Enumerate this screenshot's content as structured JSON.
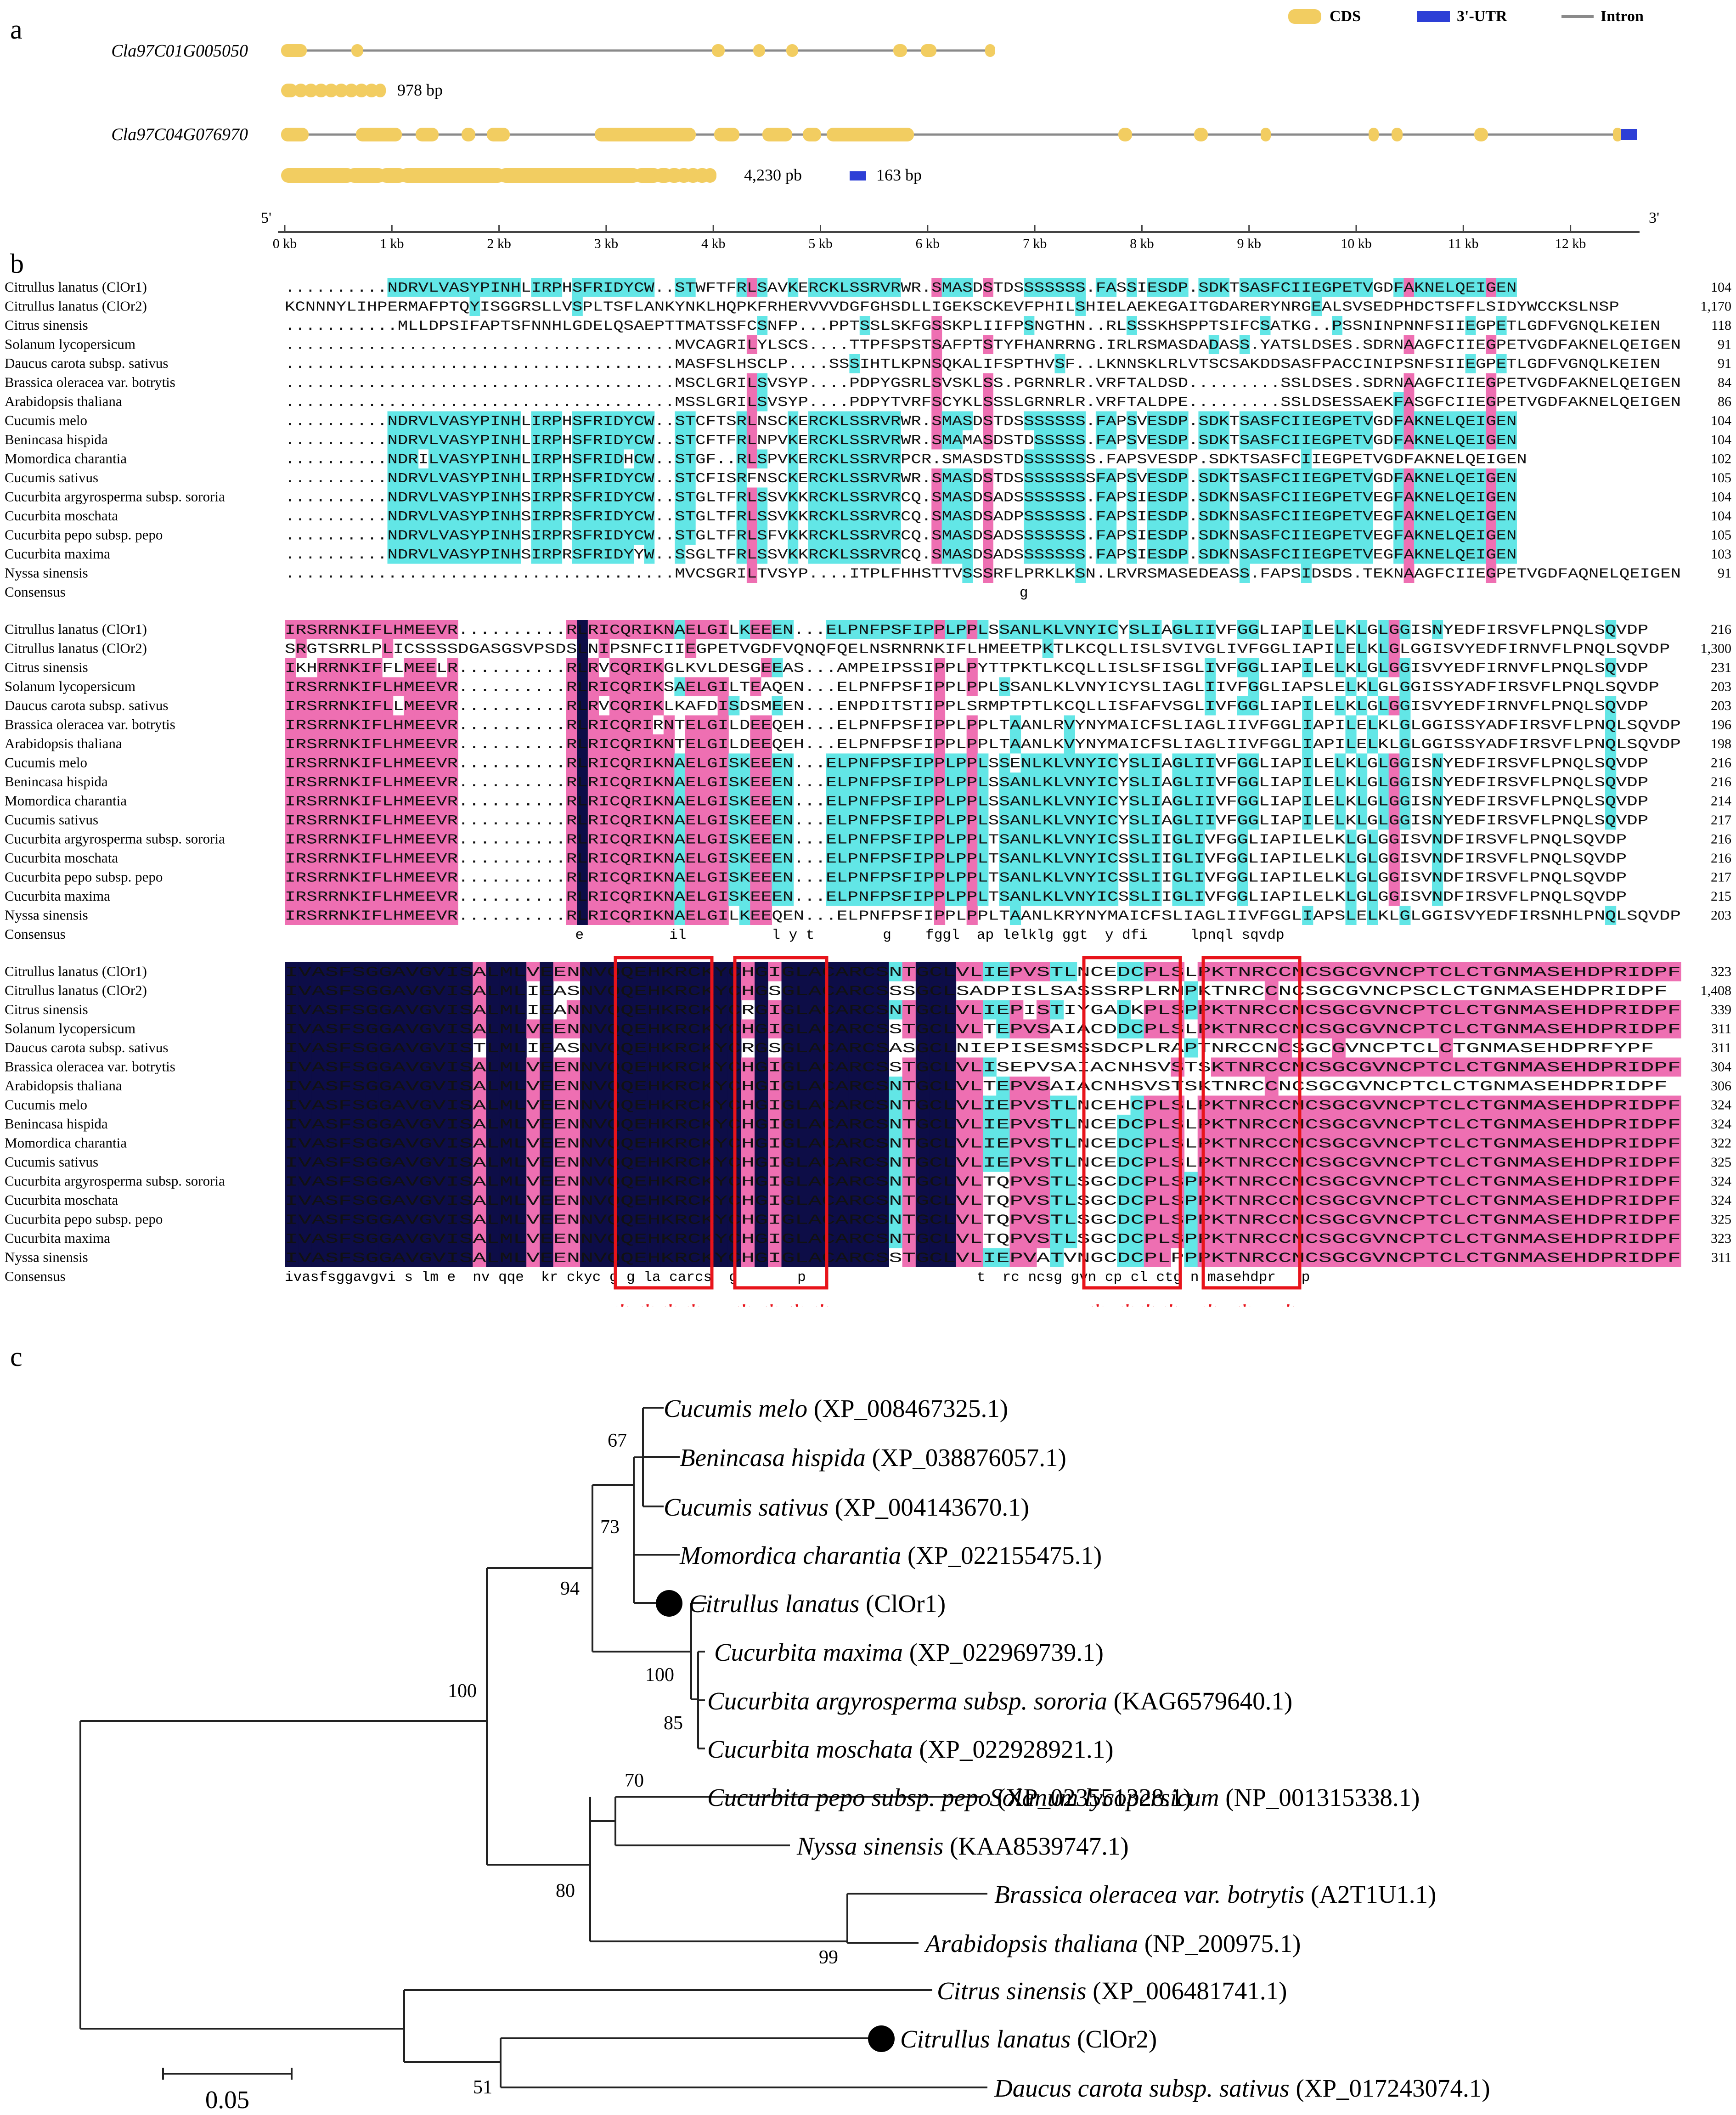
{
  "panels": {
    "a": "a",
    "b": "b",
    "c": "c"
  },
  "legend": [
    {
      "label": "CDS",
      "color": "#f2cd61"
    },
    {
      "label": "3'-UTR",
      "color": "#2d3fd6"
    },
    {
      "label": "Intron",
      "color": "#8a8a8a"
    }
  ],
  "genes": [
    {
      "name": "Cla97C01G005050",
      "cds_label": "978 bp"
    },
    {
      "name": "Cla97C04G076970",
      "cds_label": "4,230 pb",
      "utr_label": "163 bp"
    }
  ],
  "ruler": {
    "left_end": "5'",
    "right_end": "3'",
    "ticks": [
      "0 kb",
      "1 kb",
      "2 kb",
      "3 kb",
      "4 kb",
      "5 kb",
      "6 kb",
      "7 kb",
      "8 kb",
      "9 kb",
      "10 kb",
      "11 kb",
      "12 kb"
    ]
  },
  "alignment": {
    "colors": {
      "identical": "#0d0d47",
      "high": "#ee6fb2",
      "medium": "#62e6e6",
      "box": "#e8141b",
      "star": "#e8141b"
    },
    "species": [
      "Citrullus lanatus  (ClOr1)",
      "Citrullus lanatus  (ClOr2)",
      "Citrus sinensis",
      "Solanum lycopersicum",
      "Daucus carota subsp. sativus",
      "Brassica oleracea var. botrytis",
      "Arabidopsis thaliana",
      "Cucumis melo",
      "Benincasa hispida",
      "Momordica charantia",
      "Cucumis sativus",
      "Cucurbita argyrosperma subsp. sororia",
      "Cucurbita moschata",
      "Cucurbita pepo subsp. pepo",
      "Cucurbita maxima",
      "Nyssa sinensis"
    ],
    "consensus_label": "Consensus",
    "blocks": [
      {
        "numbers": [
          "104",
          "1,170",
          "118",
          "91",
          "91",
          "84",
          "86",
          "104",
          "104",
          "102",
          "105",
          "104",
          "104",
          "105",
          "103",
          "91"
        ],
        "consensus": "                                                                                      g             ",
        "rows": [
          "..........NDRVLVASYPINHLIRPHSFRIDYCW..STWFTFRLSAVKERCKLSSRVRWR.SMASDSTDSSSSSSS.FASSIESDP.SDKTSASFCIIEGPETVGDFAKNELQEIGEN",
          "KCNNNYLIHPERMAFPTQYISGGRSLLVSPLTSFLANKYNKLHQPKFRHERVVVDGFGHSDLLIGEKSCKEVFPHILSHIELAEKEGAITGDARERYNRGEALSVSEDPHDCTSFFLSIDYWCCKSLNSP",
          "...........MLLDPSIFAPTSFNNHLGDELQSAEPTTMATSSFCSNFP...PPTSSLSKFGSSKPLIIFPSNGTHN..RLSSSKHSPPTSIFCSATKG..PSSNINPNNFSIIEGPETLGDFVGNQLKEIEN",
          "......................................MVCAGRILYLSCS....TTPFSPSTSAFPTSTYFHANRRNG.IRLRSMASDADASS.YATSLDSES.SDRNAAGFCIIEGPETVGDFAKNELQEIGEN",
          "......................................MASFSLHSCLP....SSSIHTLKPNSQKALIFSPTHVSF..LKNNSKLRLVTSCSAKDDSASFPACCINIPSNFSIIEGPETLGDFVGNQLKEIEN",
          "......................................MSCLGRILSVSYP....PDPYGSRLSVSKLSS.PGRNRLR.VRFTALDSD.........SSLDSES.SDRNAAGFCIIEGPETVGDFAKNELQEIGEN",
          "......................................MSSLGRILSVSYP....PDPYTVRFSCYKLSSSLGRNRLR.VRFTALDPE.........SSLDSESSAEKFASGFCIIEGPETVGDFAKNELQEIGEN",
          "..........NDRVLVASYPINHLIRPHSFRIDYCW..STCFTSRLNSCKERCKLSSRVRWR.SMASDSTDSSSSSSS.FAPSVESDP.SDKTSASFCIIEGPETVGDFAKNELQEIGEN",
          "..........NDRVLVASYPINHLIRPHSFRIDYCW..STCFTFRLNPVKERCKLSSRVRWR.SMAMASDSTDSSSSS.FAPSVESDP.SDKTSASFCIIEGPETVGDFAKNELQEIGEN",
          "..........NDRILVASYPINHLIRPHSFRIDHCW..STGF..RLSPVKERCKLSSRVRPCR.SMASDSTDSSSSSSS.FAPSVESDP.SDKTSASFCIIEGPETVGDFAKNELQEIGEN",
          "..........NDRVLVASYPINHLIRPHSFRIDYCW..STCFISRFNSCKERCKLSSRVRWR.SMASDSTDSSSSSSSSFAPSVESDP.SDKTSASFCIIEGPETVGDFAKNELQEIGEN",
          "..........NDRVLVASYPINHSIRPRSFRIDYCW..STGLTFRLSSVKKRCKLSSRVRCQ.SMASDSADSSSSSSS.FAPSIESDP.SDKNSASFCIIEGPETVEGFAKNELQEIGEN",
          "..........NDRVLVASYPINHSIRPRSFRIDYCW..STGLTFRLSSVKKRCKLSSRVRCQ.SMASDSADPSSSSSS.FAPSIESDP.SDKNSASFCIIEGPETVEGFAKNELQEIGEN",
          "..........NDRVLVASYPINHSIRPRSFRIDYCW..STGLTFRLSFVKKRCKLSSRVRCQ.SMASDSADSSSSSSS.FAPSIESDP.SDKNSASFCIIEGPETVEGFAKNELQEIGEN",
          "..........NDRVLVASYPINHSIRPRSFRIDYYW..SSGLTFRLSSVKKRCKLSSRVRCQ.SMASDSADSSSSSSS.FAPSIESDP.SDKNSASFCIIEGPETVEGFAKNELQEIGEN",
          "......................................MVCSGRILTVSYP....ITPLFHHSTTVSSSRFLPRKLKSN.LRVRSMASEDEASS.FAPSIDSDS.TEKNAAGFCIIEGPETVGDFAQNELQEIGEN"
        ]
      },
      {
        "numbers": [
          "216",
          "1,300",
          "231",
          "203",
          "203",
          "196",
          "198",
          "216",
          "216",
          "214",
          "217",
          "216",
          "216",
          "217",
          "215",
          "203"
        ],
        "consensus": "                                  e          il          l y t        g    fggl  ap lelklg ggt  y dfi     lpnql sqvdp",
        "rows": [
          "IRSRRNKIFLHMEEVR..........RLRICQRIKNAELGILKEEEN...ELPNFPSFIPPLPPLSSANLKLVNYICYSLIAGLIIVFGGLIAPILELKLGLGGISNYEDFIRSVFLPNQLSQVDP",
          "SRGTSRRLPLICSSSSDGASGSVPSDSLNIPSNFCIIEGPETVGDFVQNQFQELNSRNRNKIFLHMEETPKTLKCQLLISLSVIVGLIVFGGLIAPILELKLGLGGISVYEDFIRNVFLPNQLSQVDP",
          "IKHRRNKIFFLMEELR..........RLRVCQRIKGLKVLDESGEEAS...AMPEIPSSIPPLPYTTPKTLKCQLLISLSFISGLIVFGGLIAPILELKLGLGGISVYEDFIRNVFLPNQLSQVDP",
          "IRSRRNKIFLHMEEVR..........RLRICQRIKSAELGILTEAQEN...ELPNFPSFIPPLPPLSSANLKLVNYICYSLIAGLIIVFGGLIAPSLELKLGLGGISSYADFIRSVFLPNQLSQVDP",
          "IRSRRNKIFLLMEEVR..........RLRVCQRIKLKAFDISDSMEEN...ENPDITSTIPPLSRMPTPTLKCQLLISFAFVSGLIVFGGLIAPILELKLGLGGISVYEDFIRNVFLPNQLSQVDP",
          "IRSRRNKIFLHMEEVR..........RLRICQRIRNTELGILDEEQEH...ELPNFPSFIPPLPPLTAANLRVYNYMAICFSLIAGLIIVFGGLIAPILELKLGLGGISSYADFIRSVFLPNQLSQVDP",
          "IRSRRNKIFLHMEEVR..........RLRICQRIKNTELGILDEEQEH...ELPNFPSFIPPLPPLTAANLKVYNYMAICFSLIAGLIIVFGGLIAPILELKLGLGGISSYADFIRSVFLPNQLSQVDP",
          "IRSRRNKIFLHMEEVR..........RLRICQRIKNAELGISKEEEN...ELPNFPSFIPPLPPLSSENLKLVNYICYSLIAGLIIVFGGLIAPILELKLGLGGISNYEDFIRSVFLPNQLSQVDP",
          "IRSRRNKIFLHMEEVR..........RLRICQRIKNAELGISKEEEN...ELPNFPSFIPPLPPLSSANLKLVNYICYSLIAGLIIVFGGLIAPILELKLGLGGISNYEDFIRSVFLPNQLSQVDP",
          "IRSRRNKIFLHMEEVR..........RLRICQRIKNAELGISKEEEN...ELPNFPSFIPPLPPLSSANLKLVNYICYSLIAGLIIVFGGLIAPILELKLGLGGISNYEDFIRSVFLPNQLSQVDP",
          "IRSRRNKIFLHMEEVR..........RLRICQRIKNAELGISKEEEN...ELPNFPSFIPPLPPLSSANLKLVNYICYSLIAGLIIVFGGLIAPILELKLGLGGISNYEDFIRSVFLPNQLSQVDP",
          "IRSRRNKIFLHMEEVR..........RLRICQRIKNAELGISKEEEN...ELPNFPSFIPPLPPLTSANLKLVNYICSSLIIGLIVFGGLIAPILELKLGLGGISVNDFIRSVFLPNQLSQVDP",
          "IRSRRNKIFLHMEEVR..........RLRICQRIKNAELGISKEEEN...ELPNFPSFIPPLPPLTSANLKLVNYICSSLIIGLIVFGGLIAPILELKLGLGGISVNDFIRSVFLPNQLSQVDP",
          "IRSRRNKIFLHMEEVR..........RLRICQRIKNAELGISKEEEN...ELPNFPSFIPPLPPLTSANLKLVNYICSSLIIGLIVFGGLIAPILELKLGLGGISVNDFIRSVFLPNQLSQVDP",
          "IRSRRNKIFLHMEEVR..........RLRICQRIKNAELGISKEEEN...ELPNFPSFIPPLPPLTSANLKLVNYICSSLIIGLIVFGGLIAPILELKLGLGGISVNDFIRSVFLPNQLSQVDP",
          "IRSRRNKIFLHMEEVR..........RLRICQRIKNAELGILKEEQEN...ELPNFPSFIPPLPPLTAANLKRYNYMAICFSLIAGLIIVFGGLIAPSLELKLGLGGISVYEDFIRSNHLPNQLSQVDP"
        ]
      },
      {
        "numbers": [
          "323",
          "1,408",
          "339",
          "311",
          "311",
          "304",
          "306",
          "324",
          "324",
          "322",
          "325",
          "324",
          "324",
          "325",
          "323",
          "311"
        ],
        "consensus": "ivasfsggavgvi s lm e  nv qqe  kr ckyc g g la carcs  g       p                    t  rc ncsg gvn cp cl ctg n masehdpr   p",
        "rows": [
          "IVASFSGGAVGVISALMLVEENNVQQEHKRCKYCHGIGLACARCSNTGCLVLIEPVSTLNCEDCPLSLPKTNRCCNCSGCGVNCPTCLCTGNMASEHDPRIDPF",
          "IVASFSGGAVGVISALMLIEASNVQQEHKRCKYCHGSGLACARCSSSGCLSADPISLSASSSRPLRMPKTNRCCNCSGCGVNCPSCLCTGNMASEHDPRIDPF",
          "IVASFSGGAVGVISALMLIEANNVQQEHKRCKYCRGIGLACARCSNTGCLVLIEPISTIYGADKPLSPPKTNRCCNCSGCGVNCPTCLCTGNMASEHDPRIDPF",
          "IVASFSGGAVGVISALMLVEENNVQQEHKRCKYCHGIGLACARCSSTGCLVLTEPVSAIACDDCPLSLPKTNRCCNCSGCGVNCPTCLCTGNMASEHDPRIDPF",
          "IVASFSGGAVGVISTLMLIEASNVQQEHKRCKYCRGSGLACARCSASGCLNIEPISESMSSDCPLRAPTNRCCNCSGCGVNCPTCLCTGNMASEHDPRFYPF",
          "IVASFSGGAVGVISALMLVEENNVQQEHKRCKYCHGIGLACARCSSTGCLVLISEPVSAIACNHSVSTSKTNRCCNCSGCGVNCPTCLCTGNMASEHDPRIDPF",
          "IVASFSGGAVGVISALMLVEENNVQQEHKRCKYCHGIGLACARCSNTGCLVLTEPVSAIACNHSVSTSKTNRCCNCSGCGVNCPTCLCTGNMASEHDPRIDPF",
          "IVASFSGGAVGVISALMLVEENNVQQEHKRCKYCHGIGLACARCSNTGCLVLIEPVSTLNCEHCPLSLPKTNRCCNCSGCGVNCPTCLCTGNMASEHDPRIDPF",
          "IVASFSGGAVGVISALMLVEENNVQQEHKRCKYCHGIGLACARCSNTGCLVLIEPVSTLNCEDCPLSLPKTNRCCNCSGCGVNCPTCLCTGNMASEHDPRIDPF",
          "IVASFSGGAVGVISALMLVEENNVQQEHKRCKYCHGIGLACARCSNTGCLVLIEPVSTLNCEDCPLSLPKTNRCCNCSGCGVNCPTCLCTGNMASEHDPRIDPF",
          "IVASFSGGAVGVISALMLVEENNVQQEHKRCKYCHGIGLACARCSNTGCLVLIEPVSTLNCEDCPLSLPKTNRCCNCSGCGVNCPTCLCTGNMASEHDPRIDPF",
          "IVASFSGGAVGVISALMLVEENNVQQEHKRCKYCHGIGLACARCSNTGCLVLTQPVSTLSGCDCPLSPPKTNRCCNCSGCGVNCPTCLCTGNMASEHDPRIDPF",
          "IVASFSGGAVGVISALMLVEENNVQQEHKRCKYCHGIGLACARCSNTGCLVLTQPVSTLSGCDCPLSPPKTNRCCNCSGCGVNCPTCLCTGNMASEHDPRIDPF",
          "IVASFSGGAVGVISALMLVEENNVQQEHKRCKYCHGIGLACARCSNTGCLVLTQPVSTLSGCDCPLSPPKTNRCCNCSGCGVNCPTCLCTGNMASEHDPRIDPF",
          "IVASFSGGAVGVISALMLVEENNVQQEHKRCKYCHGIGLACARCSNTGCLVLTQPVSTLSGCDCPLSPPKTNRCCNCSGCGVNCPTCLCTGNMASEHDPRIDPF",
          "IVASFSGGAVGVISALMLVEENNVQQEHKRCKYCHGIGLACARCSSTGCLVLIEPVATVNGCDCPLPPPKTNRCCNCSGCGVNCPTCLCTGNMASEHDPRIDPF"
        ]
      }
    ]
  },
  "tree": {
    "taxa": [
      {
        "italic": "Cucumis melo",
        "acc": " (XP_008467325.1)"
      },
      {
        "italic": "Benincasa hispida",
        "acc": " (XP_038876057.1)"
      },
      {
        "italic": "Cucumis sativus",
        "acc": " (XP_004143670.1)"
      },
      {
        "italic": "Momordica charantia",
        "acc": " (XP_022155475.1)"
      },
      {
        "italic": "Citrullus lanatus",
        "acc": " (ClOr1)"
      },
      {
        "italic": "Cucurbita maxima",
        "acc": " (XP_022969739.1)"
      },
      {
        "italic": "Cucurbita argyrosperma subsp. sororia",
        "acc": " (KAG6579640.1)"
      },
      {
        "italic": "Cucurbita moschata",
        "acc": " (XP_022928921.1)"
      },
      {
        "italic": "Cucurbita pepo subsp. pepo",
        "acc": " (XP_023551328.1)"
      },
      {
        "italic": "Solanum lycopersicum",
        "acc": " (NP_001315338.1)"
      },
      {
        "italic": "Nyssa sinensis",
        "acc": " (KAA8539747.1)"
      },
      {
        "italic": "Brassica oleracea var. botrytis",
        "acc": " (A2T1U1.1)"
      },
      {
        "italic": "Arabidopsis thaliana",
        "acc": " (NP_200975.1)"
      },
      {
        "italic": "Citrus sinensis",
        "acc": " (XP_006481741.1)"
      },
      {
        "italic": "Citrullus lanatus",
        "acc": " (ClOr2)"
      },
      {
        "italic": "Daucus carota subsp. sativus",
        "acc": " (XP_017243074.1)"
      }
    ],
    "bootstrap": [
      "67",
      "73",
      "94",
      "100",
      "100",
      "85",
      "70",
      "80",
      "99",
      "51"
    ],
    "scale_label": "0.05"
  }
}
